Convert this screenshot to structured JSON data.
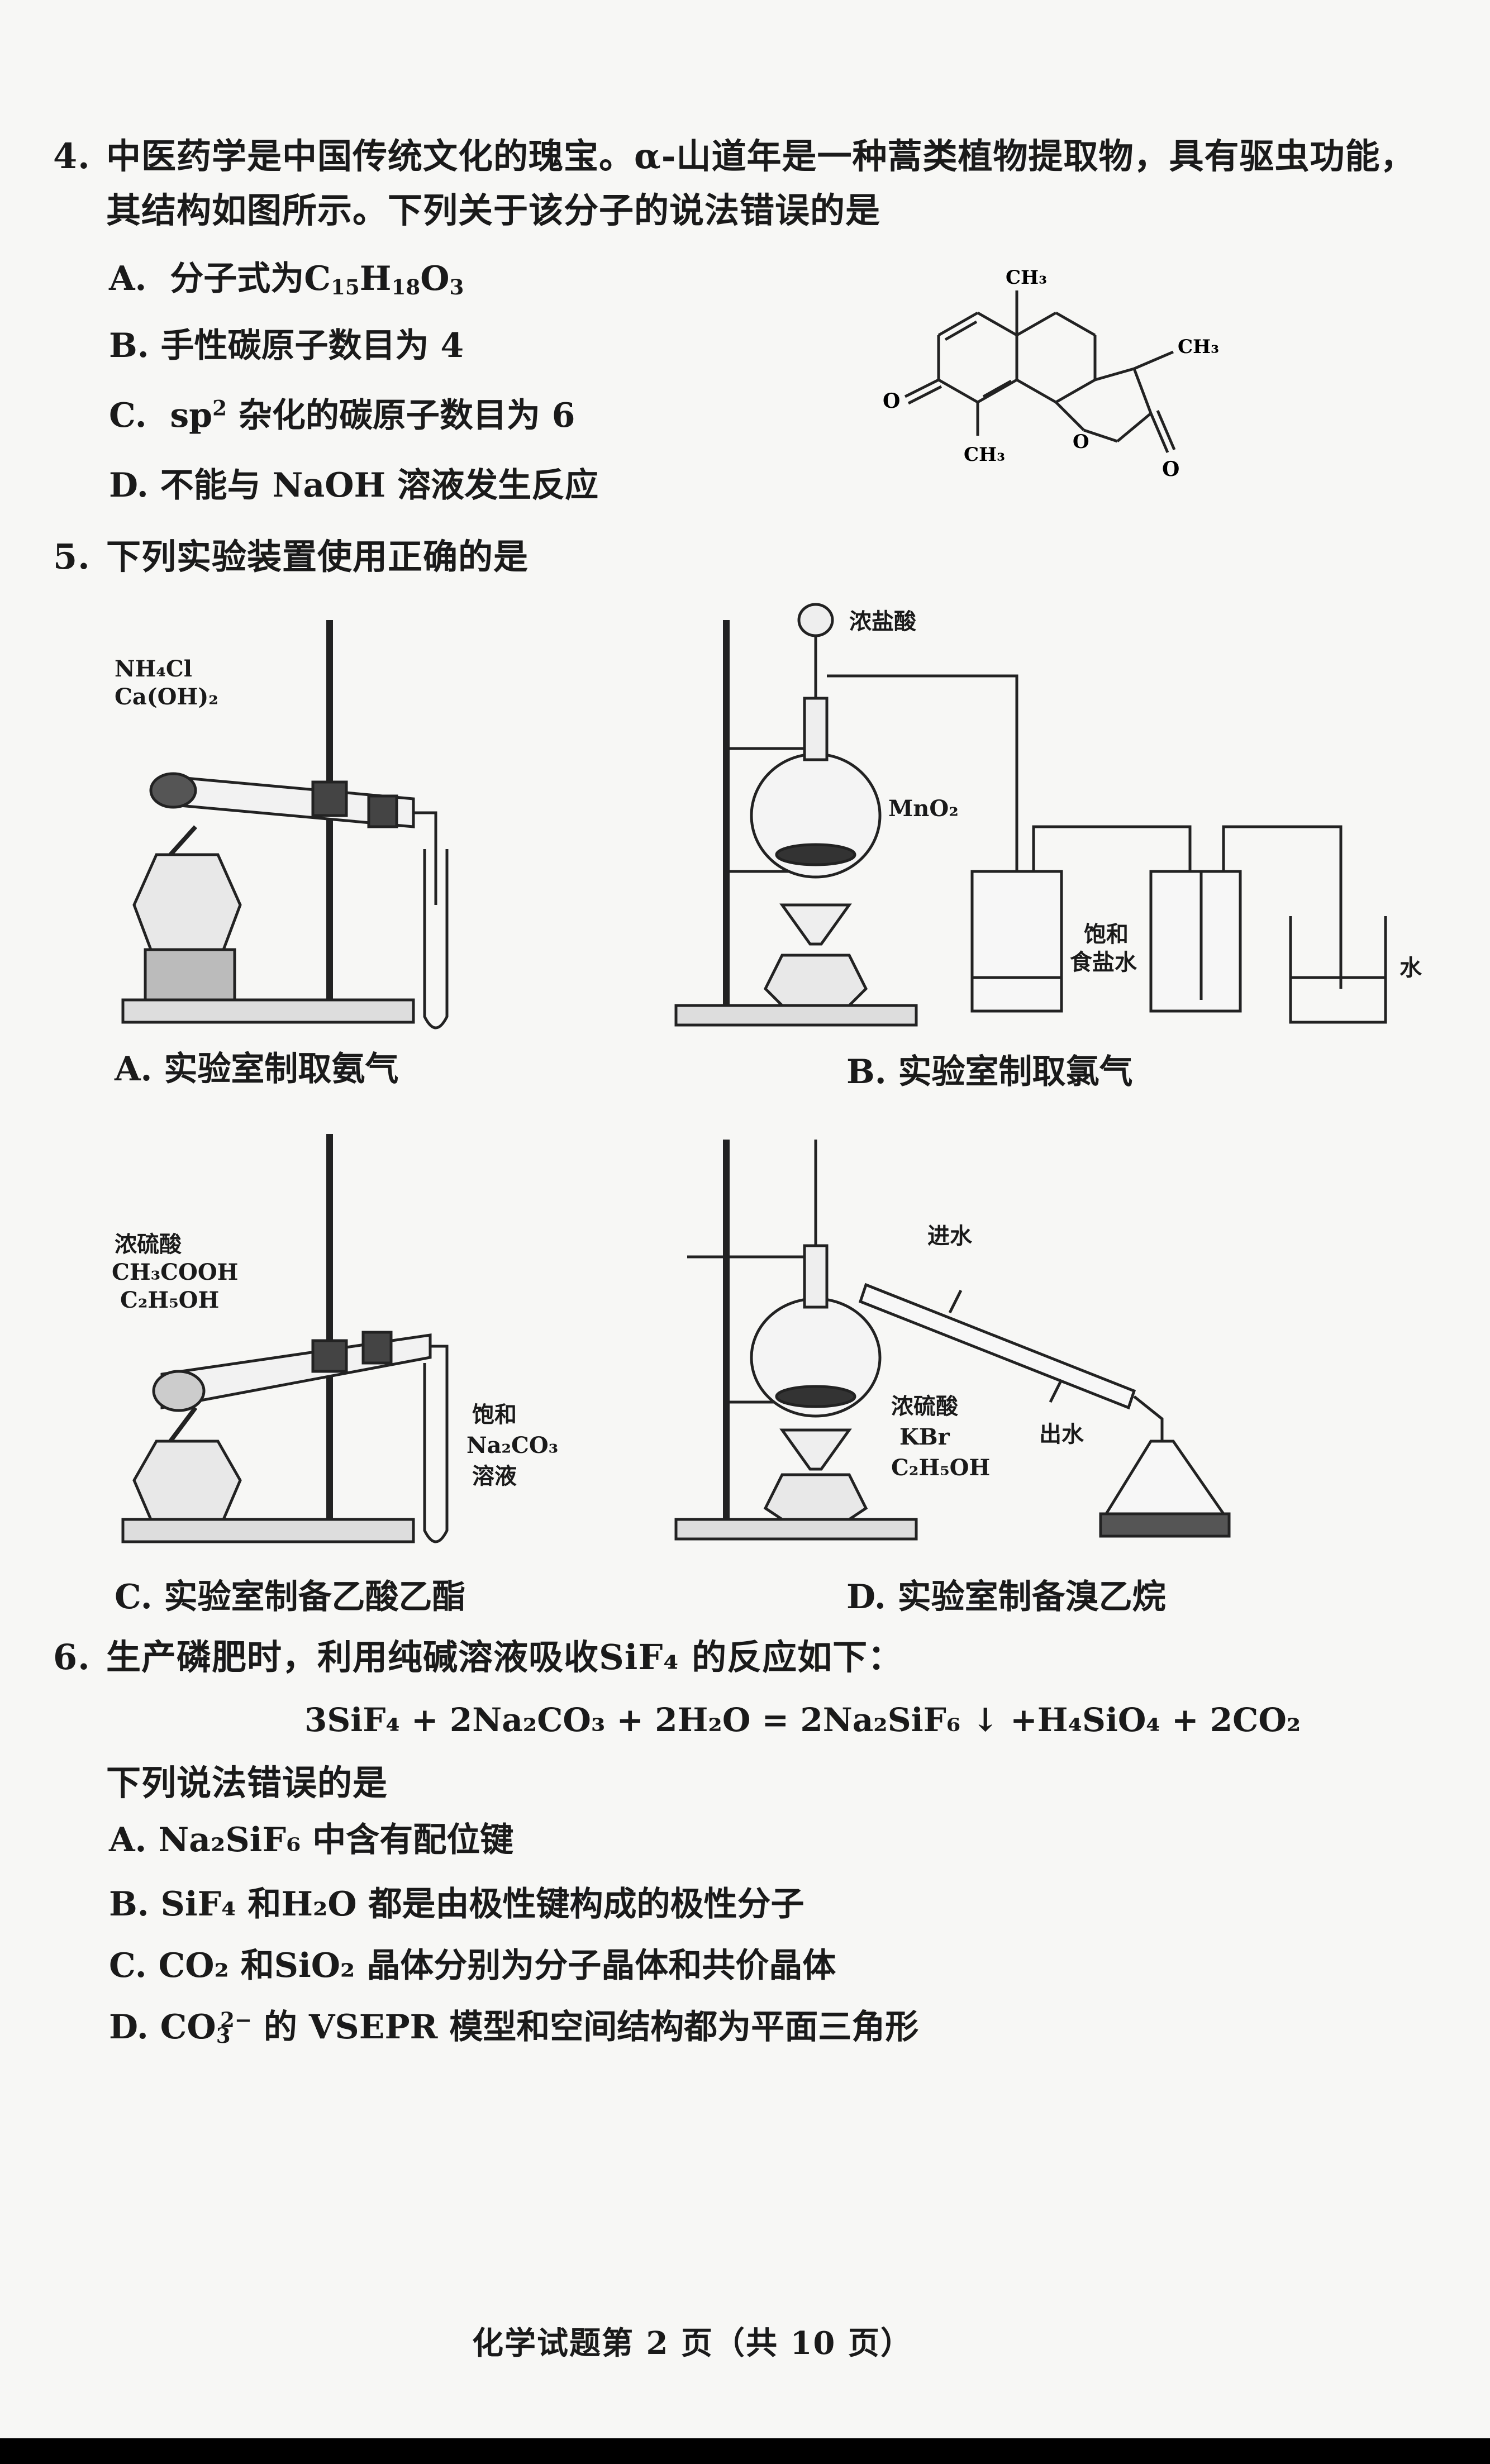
{
  "q4": {
    "number": "4.",
    "stem_line1": "中医药学是中国传统文化的瑰宝。α-山道年是一种蒿类植物提取物，具有驱虫功能，",
    "stem_line2": "其结构如图所示。下列关于该分子的说法错误的是",
    "option_a_prefix": "A.",
    "option_a_text": "分子式为C",
    "option_a_sub1": "15",
    "option_a_mid1": "H",
    "option_a_sub2": "18",
    "option_a_mid2": "O",
    "option_a_sub3": "3",
    "option_b": "B.  手性碳原子数目为 4",
    "option_c_prefix": "C.",
    "option_c_text1": "sp",
    "option_c_sup": "2",
    "option_c_text2": " 杂化的碳原子数目为 6",
    "option_d": "D.  不能与 NaOH 溶液发生反应",
    "structure_labels": {
      "ch3_top": "CH₃",
      "ch3_right": "CH₃",
      "ch3_bottom": "CH₃",
      "o_left": "O",
      "o_ring": "O",
      "o_bottom": "O"
    }
  },
  "q5": {
    "number": "5.",
    "stem": "下列实验装置使用正确的是",
    "a_label1": "NH₄Cl",
    "a_label2": "Ca(OH)₂",
    "a_caption": "A.  实验室制取氨气",
    "b_label_acid": "浓盐酸",
    "b_label_mno2": "MnO₂",
    "b_label_salt1": "饱和",
    "b_label_salt2": "食盐水",
    "b_label_water": "水",
    "b_caption": "B.  实验室制取氯气",
    "c_label1": "浓硫酸",
    "c_label2": "CH₃COOH",
    "c_label3": "C₂H₅OH",
    "c_label4": "饱和",
    "c_label5": "Na₂CO₃",
    "c_label6": "溶液",
    "c_caption": "C.  实验室制备乙酸乙酯",
    "d_label_in": "进水",
    "d_label_out": "出水",
    "d_label1": "浓硫酸",
    "d_label2": "KBr",
    "d_label3": "C₂H₅OH",
    "d_caption": "D.  实验室制备溴乙烷"
  },
  "q6": {
    "number": "6.",
    "stem": "生产磷肥时，利用纯碱溶液吸收SiF₄ 的反应如下：",
    "equation": "3SiF₄ + 2Na₂CO₃ + 2H₂O = 2Na₂SiF₆ ↓ +H₄SiO₄ + 2CO₂",
    "prompt": "下列说法错误的是",
    "option_a": "A.  Na₂SiF₆ 中含有配位键",
    "option_b": "B.  SiF₄ 和H₂O 都是由极性键构成的极性分子",
    "option_c": "C.  CO₂ 和SiO₂ 晶体分别为分子晶体和共价晶体",
    "option_d_prefix": "D.  CO",
    "option_d_sub": "3",
    "option_d_sup": "2−",
    "option_d_rest": " 的 VSEPR 模型和空间结构都为平面三角形"
  },
  "footer": {
    "text": "化学试题第 2 页（共 10 页）"
  }
}
